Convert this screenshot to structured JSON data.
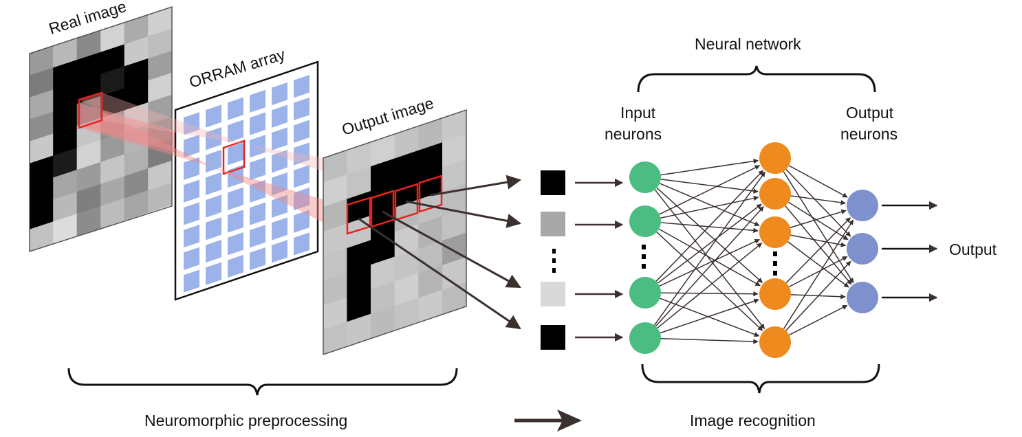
{
  "labels": {
    "real_image": "Real image",
    "orram_array": "ORRAM array",
    "output_image": "Output image",
    "neural_network": "Neural network",
    "input_neurons_line1": "Input",
    "input_neurons_line2": "neurons",
    "output_neurons_line1": "Output",
    "output_neurons_line2": "neurons",
    "output": "Output",
    "neuromorphic_preprocessing": "Neuromorphic preprocessing",
    "image_recognition": "Image recognition"
  },
  "colors": {
    "highlight": "#e8231f",
    "beam": "#f08a8a",
    "memristor_cell": "#9bb3e8",
    "input_neuron": "#4cbd82",
    "hidden_neuron": "#ef8a1f",
    "output_neuron": "#7e91cd",
    "arrow": "#3a302e"
  },
  "real_image_grid": [
    [
      "#9a9a9a",
      "#b9b9b9",
      "#8a8a8a",
      "#d2d2d2",
      "#ababab",
      "#cfcfcf"
    ],
    [
      "#7c7c7c",
      "#000000",
      "#000000",
      "#000000",
      "#c8c8c8",
      "#bdbdbd"
    ],
    [
      "#a9a9a9",
      "#000000",
      "#000000",
      "#1a1a1a",
      "#000000",
      "#9e9e9e"
    ],
    [
      "#8e8e8e",
      "#000000",
      "#7b7b7b",
      "#000000",
      "#000000",
      "#d0d0d0"
    ],
    [
      "#c8c8c8",
      "#000000",
      "#c6c6c6",
      "#8f8f8f",
      "#cbcbcb",
      "#a0a0a0"
    ],
    [
      "#000000",
      "#1b1b1b",
      "#d3d3d3",
      "#9a9a9a",
      "#b5b5b5",
      "#8c8c8c"
    ],
    [
      "#000000",
      "#a6a6a6",
      "#9b9b9b",
      "#c5c5c5",
      "#b0b0b0",
      "#7d7d7d"
    ],
    [
      "#000000",
      "#b9b9b9",
      "#7f7f7f",
      "#a8a8a8",
      "#8a8a8a",
      "#c7c7c7"
    ],
    [
      "#c2c2c2",
      "#dcdcdc",
      "#8c8c8c",
      "#bcbcbc",
      "#a5a5a5",
      "#b8b8b8"
    ]
  ],
  "output_image_grid": [
    [
      "#bdbdbd",
      "#c9c9c9",
      "#d0d0d0",
      "#c2c2c2",
      "#b9b9b9",
      "#c8c8c8"
    ],
    [
      "#cfcfcf",
      "#c3c3c3",
      "#000000",
      "#000000",
      "#000000",
      "#cdcdcd"
    ],
    [
      "#b6b6b6",
      "#000000",
      "#000000",
      "#000000",
      "#000000",
      "#c5c5c5"
    ],
    [
      "#c8c8c8",
      "#c6c6c6",
      "#000000",
      "#b9b9b9",
      "#c1c1c1",
      "#bdbdbd"
    ],
    [
      "#c3c3c3",
      "#000000",
      "#000000",
      "#cbcbcb",
      "#b3b3b3",
      "#c2c2c2"
    ],
    [
      "#bebebe",
      "#000000",
      "#c9c9c9",
      "#c4c4c4",
      "#bdbdbd",
      "#9e9e9e"
    ],
    [
      "#cacaca",
      "#000000",
      "#c0c0c0",
      "#cfcfcf",
      "#b4b4b4",
      "#c8c8c8"
    ],
    [
      "#c1c1c1",
      "#c6c6c6",
      "#bbbbbb",
      "#c3c3c3",
      "#c9c9c9",
      "#bcbcbc"
    ]
  ],
  "feature_squares": [
    "#000000",
    "#a8a8a8",
    "#d9d9d9",
    "#000000"
  ],
  "network": {
    "input_count_drawn": 4,
    "hidden_count_drawn": 5,
    "output_count_drawn": 3
  }
}
